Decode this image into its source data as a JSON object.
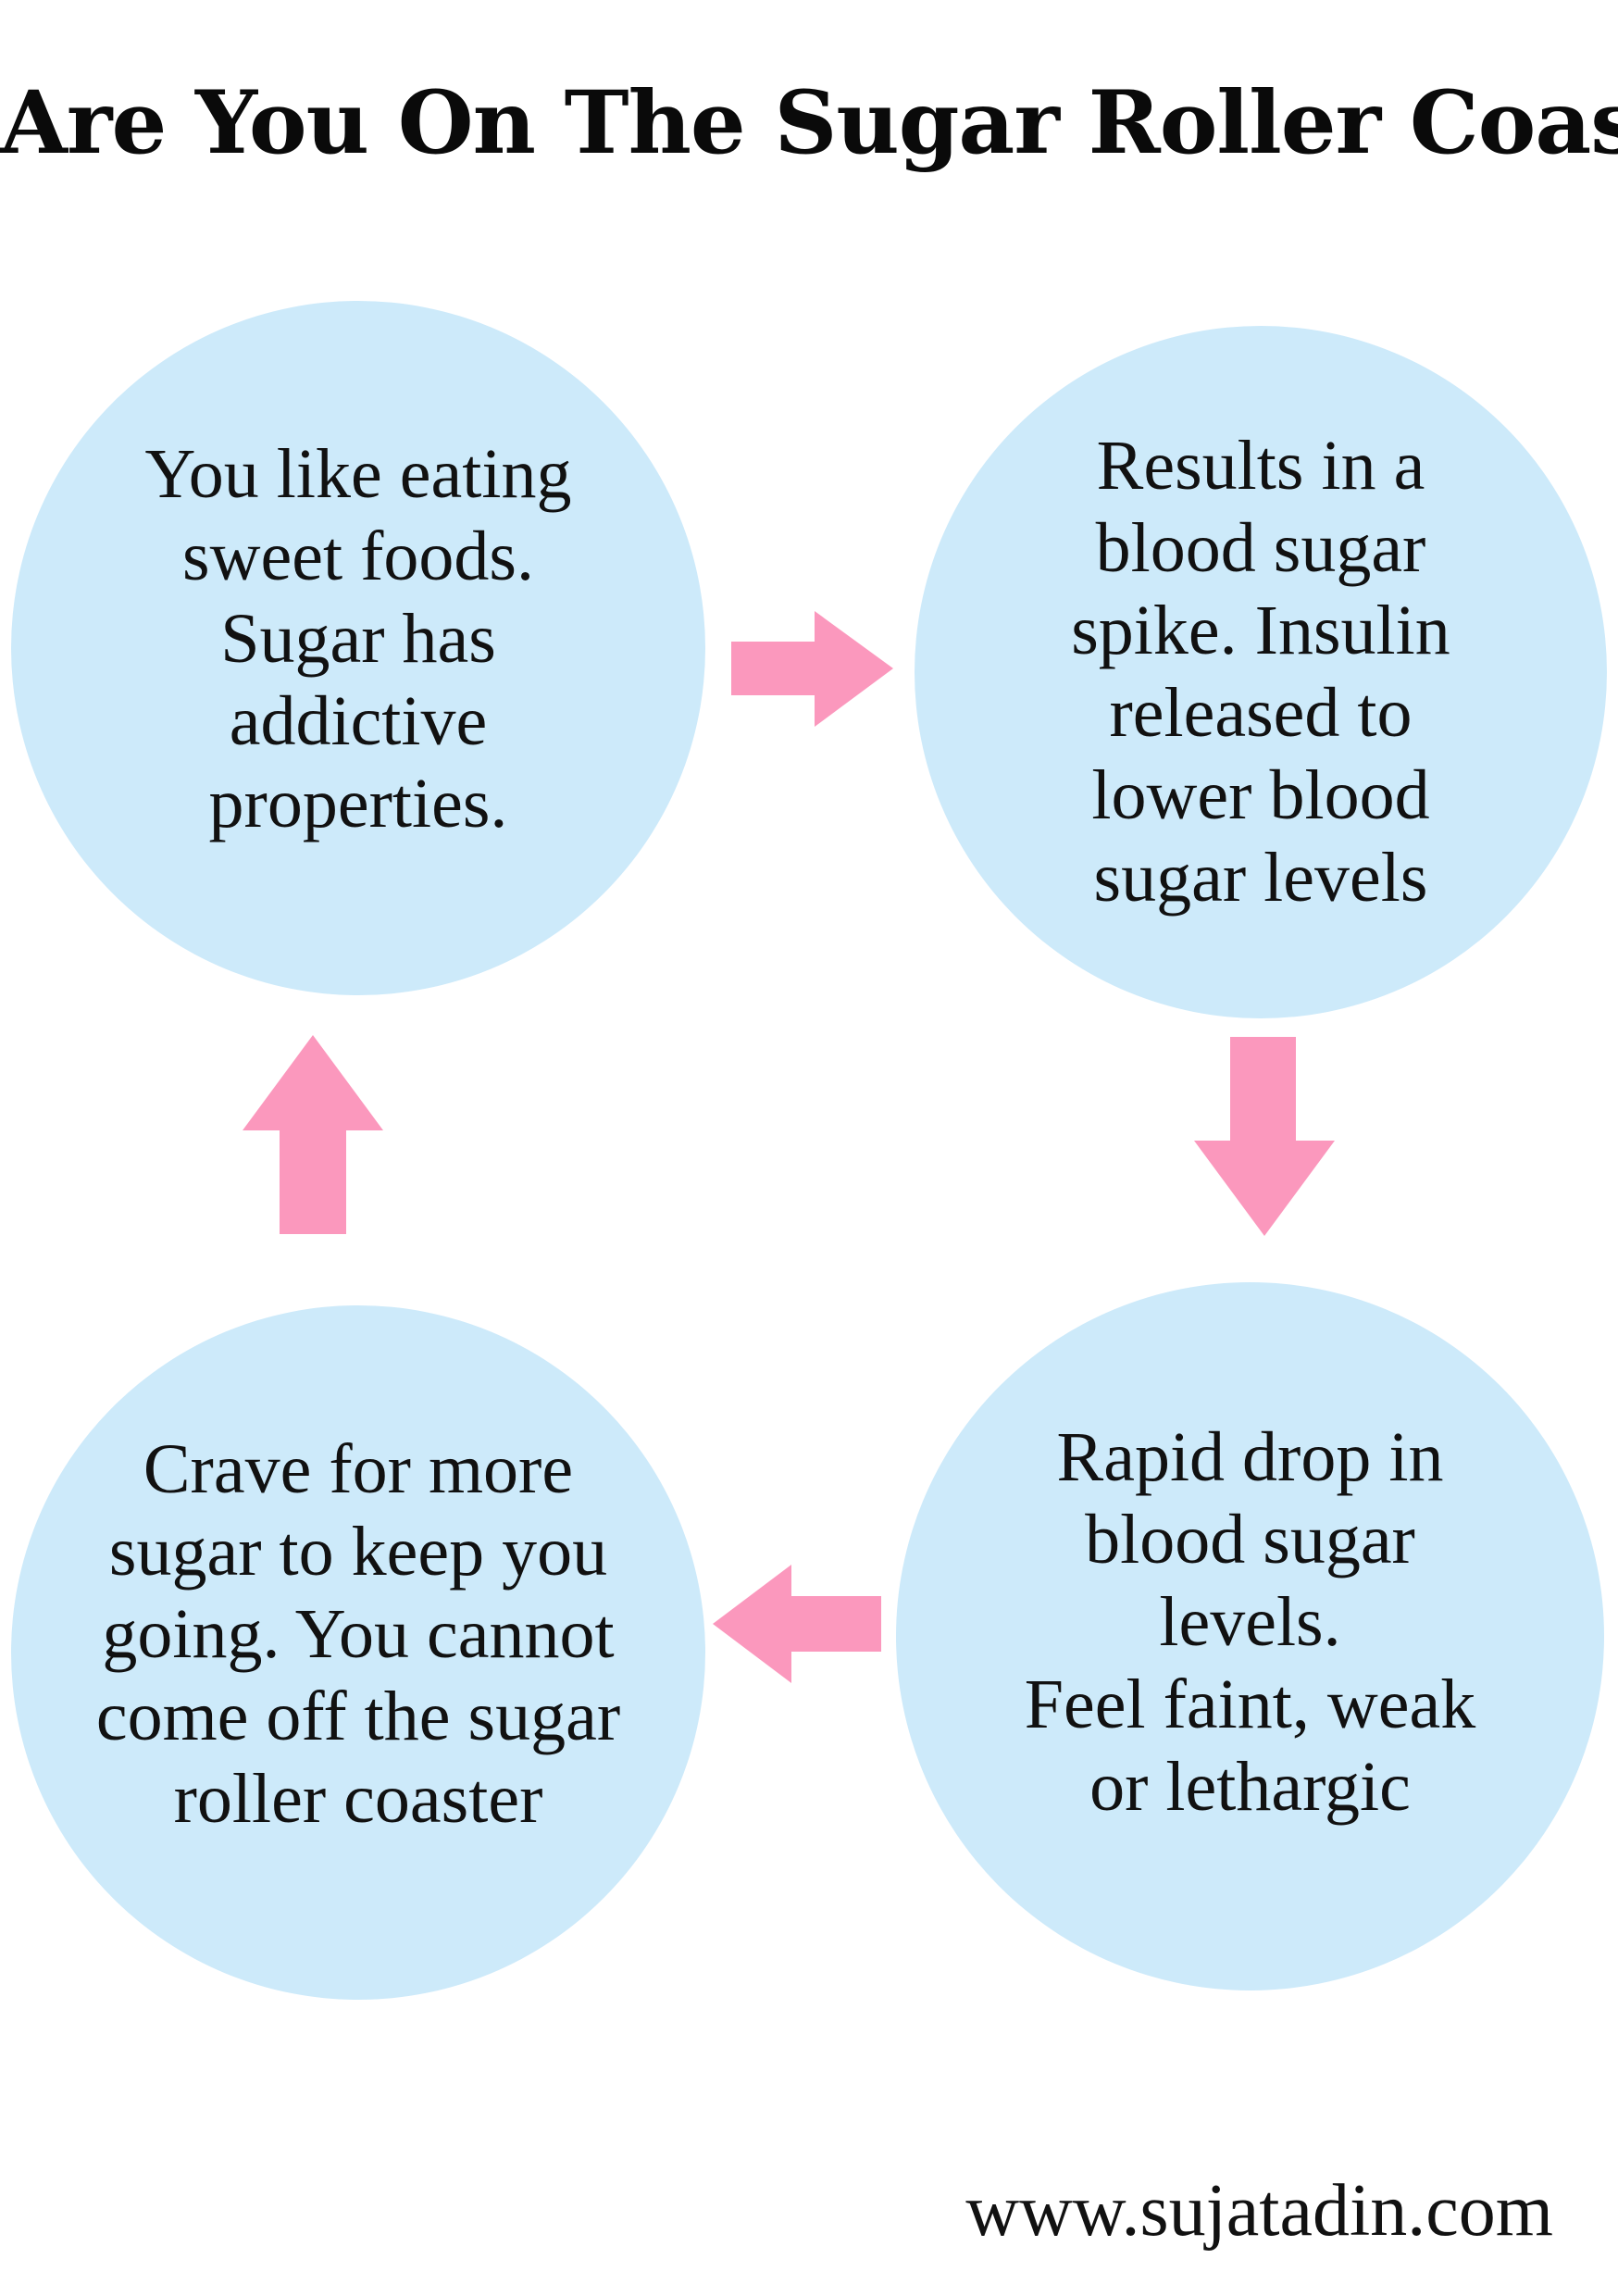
{
  "title": "Are You On The Sugar Roller Coaster?",
  "colors": {
    "circle_fill": "#cdeafa",
    "arrow_fill": "#fb98bd",
    "text": "#111111"
  },
  "steps": [
    {
      "text": "You like eating\nsweet foods.\nSugar has\naddictive\nproperties."
    },
    {
      "text": "Results in a\nblood sugar\nspike.  Insulin\nreleased to\nlower blood\nsugar levels"
    },
    {
      "text": "Rapid drop in\nblood sugar\nlevels.\nFeel faint, weak\nor lethargic"
    },
    {
      "text": "Crave for more\nsugar to keep you\ngoing. You cannot\ncome off the sugar\nroller coaster"
    }
  ],
  "arrows": [
    {
      "direction": "right",
      "icon": "arrow-right-icon"
    },
    {
      "direction": "down",
      "icon": "arrow-down-icon"
    },
    {
      "direction": "left",
      "icon": "arrow-left-icon"
    },
    {
      "direction": "up",
      "icon": "arrow-up-icon"
    }
  ],
  "footer": {
    "website": "www.sujatadin.com"
  }
}
